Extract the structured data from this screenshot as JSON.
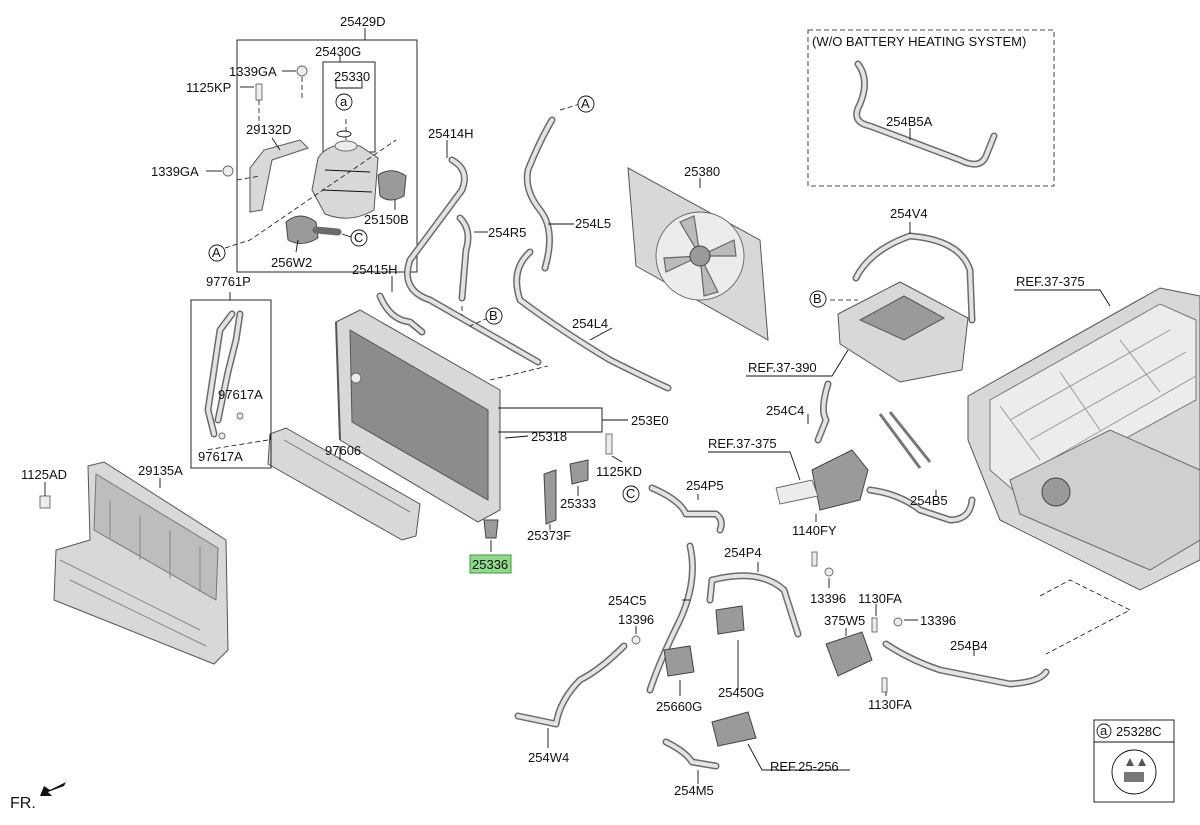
{
  "diagram": {
    "inset_title": "(W/O BATTERY HEATING SYSTEM)",
    "direction_label": "FR.",
    "legend": {
      "marker": "a",
      "part": "25328C"
    },
    "highlighted_part": "25336",
    "callouts": [
      "A",
      "B",
      "C",
      "a"
    ],
    "parts": {
      "p25429D": "25429D",
      "p25430G": "25430G",
      "p25330": "25330",
      "p1339GA_top": "1339GA",
      "p1125KP": "1125KP",
      "p29132D": "29132D",
      "p1339GA_mid": "1339GA",
      "p25150B": "25150B",
      "p256W2": "256W2",
      "p25414H": "25414H",
      "p254R5": "254R5",
      "p254L5": "254L5",
      "p25380": "25380",
      "p25415H": "25415H",
      "p254L4": "254L4",
      "p97761P": "97761P",
      "p97617A_1": "97617A",
      "p97617A_2": "97617A",
      "p97606": "97606",
      "p29135A": "29135A",
      "p1125AD": "1125AD",
      "p253E0": "253E0",
      "p25318": "25318",
      "p1125KD": "1125KD",
      "p25333": "25333",
      "p25373F": "25373F",
      "p25336": "25336",
      "p254B5A": "254B5A",
      "p254V4": "254V4",
      "pREF37375_a": "REF.37-375",
      "pREF37390": "REF.37-390",
      "p254C4": "254C4",
      "pREF37375_b": "REF.37-375",
      "p254B5": "254B5",
      "p1140FY": "1140FY",
      "p254P5": "254P5",
      "p254P4": "254P4",
      "p254C5": "254C5",
      "p13396_a": "13396",
      "p13396_b": "13396",
      "p1130FA_a": "1130FA",
      "p375W5": "375W5",
      "p13396_c": "13396",
      "p254B4": "254B4",
      "p25660G": "25660G",
      "p25450G": "25450G",
      "p1130FA_b": "1130FA",
      "p254W4": "254W4",
      "pREF25256": "REF.25-256",
      "p254M5": "254M5"
    }
  }
}
